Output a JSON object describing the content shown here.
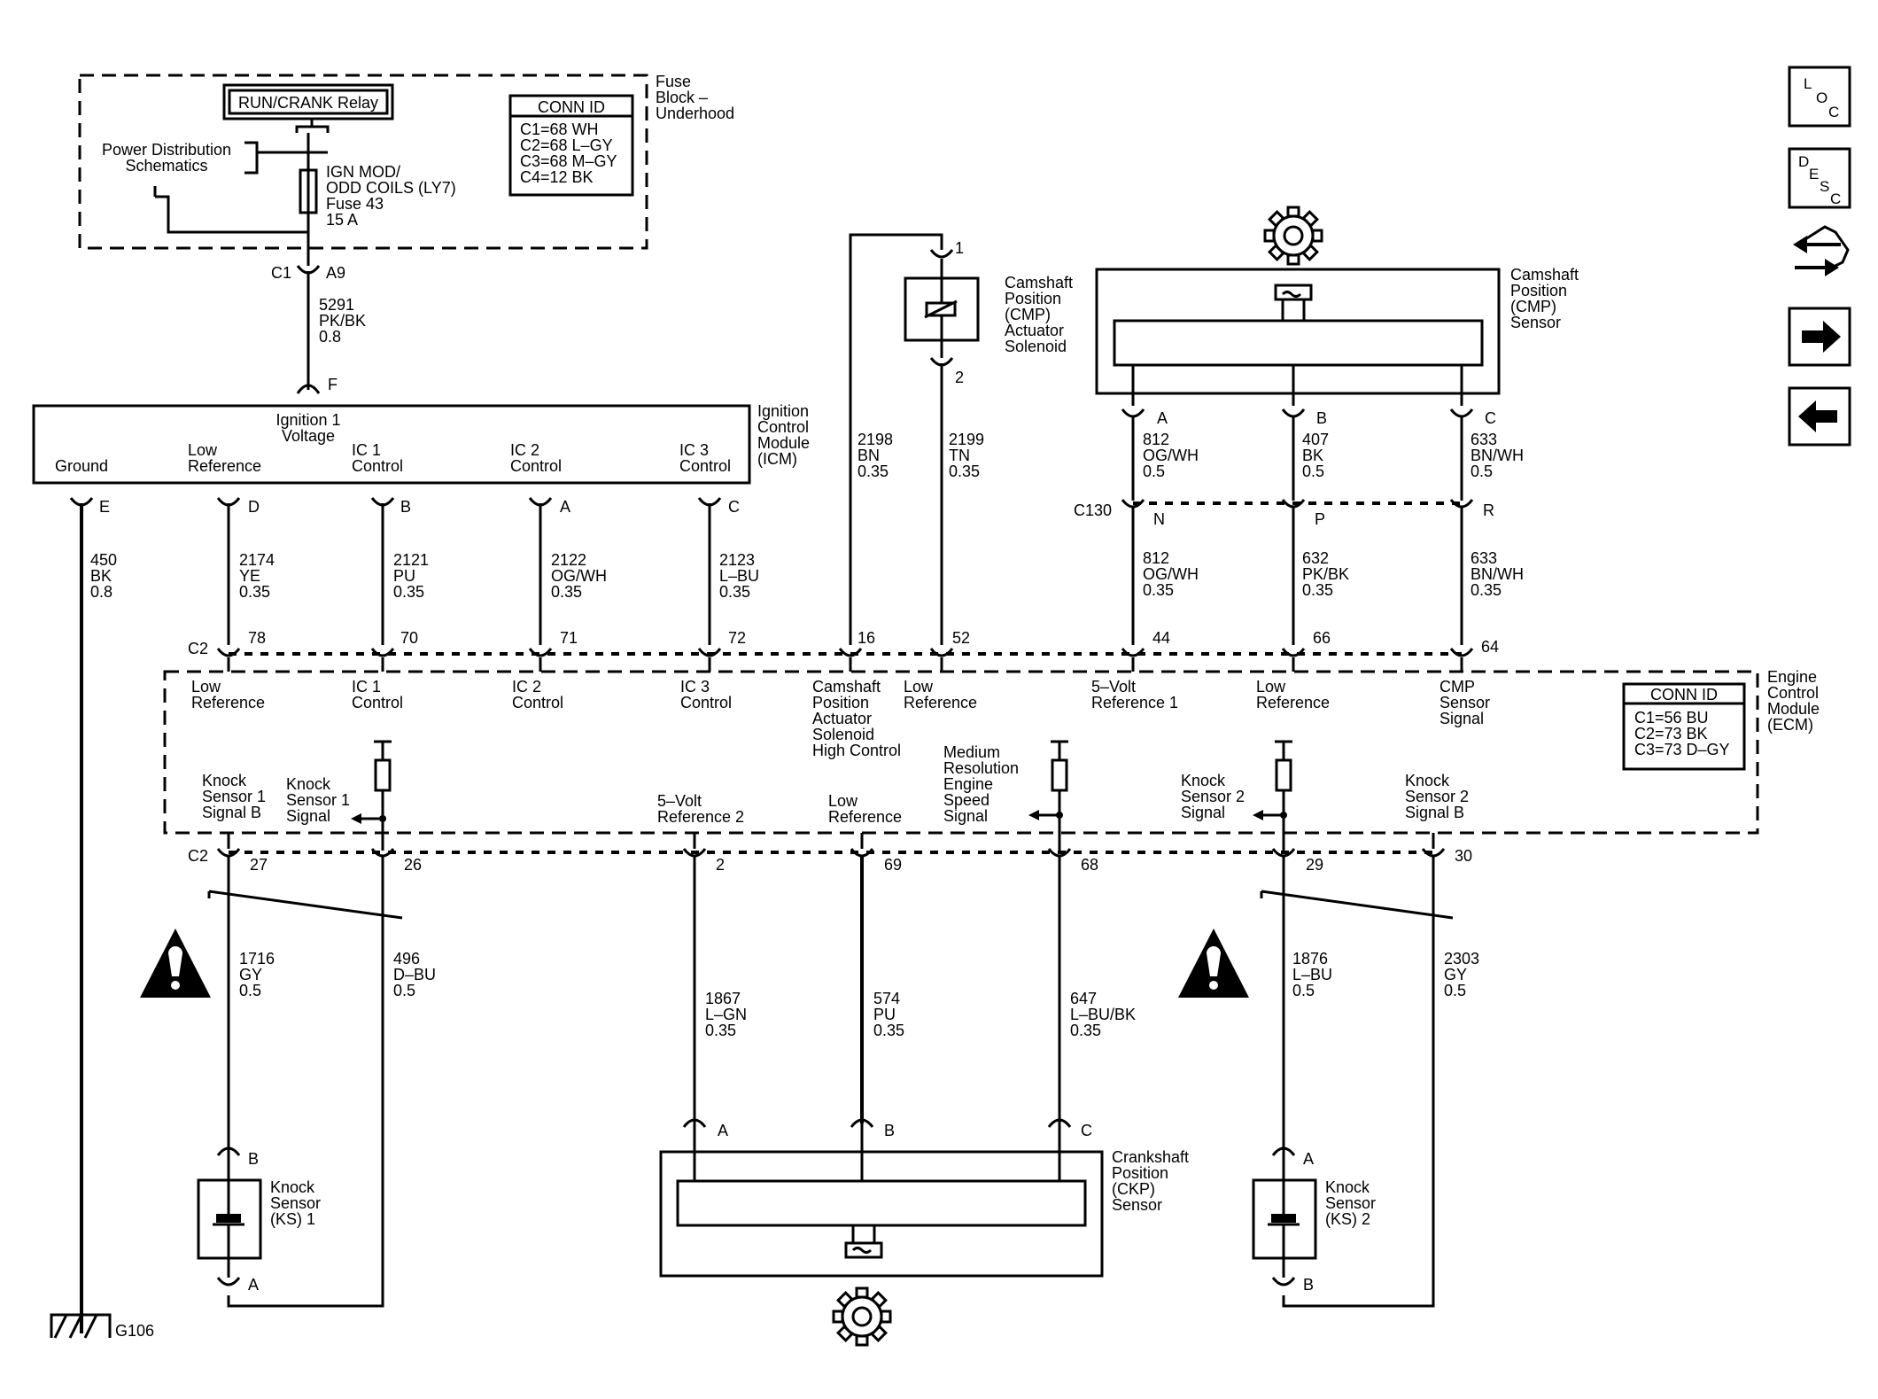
{
  "fuse_block": {
    "label": [
      "Fuse",
      "Block –",
      "Underhood"
    ],
    "relay": "RUN/CRANK Relay",
    "power_dist": [
      "Power Distribution",
      "Schematics"
    ],
    "fuse": [
      "IGN MOD/",
      "ODD COILS (LY7)",
      "Fuse 43",
      "15 A"
    ],
    "conn_id_title": "CONN ID",
    "conn_id": [
      "C1=68 WH",
      "C2=68 L–GY",
      "C3=68 M–GY",
      "C4=12 BK"
    ]
  },
  "fuse_out": {
    "connector": "C1",
    "pin": "A9",
    "wire": [
      "5291",
      "PK/BK",
      "0.8"
    ]
  },
  "icm": {
    "label": [
      "Ignition",
      "Control",
      "Module",
      "(ICM)"
    ],
    "input_pin": "F",
    "input_label": [
      "Ignition 1",
      "Voltage"
    ],
    "pins": [
      {
        "name": [
          "Ground"
        ],
        "pin": "E",
        "wire": [
          "450",
          "BK",
          "0.8"
        ]
      },
      {
        "name": [
          "Low",
          "Reference"
        ],
        "pin": "D",
        "wire": [
          "2174",
          "YE",
          "0.35"
        ]
      },
      {
        "name": [
          "IC 1",
          "Control"
        ],
        "pin": "B",
        "wire": [
          "2121",
          "PU",
          "0.35"
        ]
      },
      {
        "name": [
          "IC 2",
          "Control"
        ],
        "pin": "A",
        "wire": [
          "2122",
          "OG/WH",
          "0.35"
        ]
      },
      {
        "name": [
          "IC 3",
          "Control"
        ],
        "pin": "C",
        "wire": [
          "2123",
          "L–BU",
          "0.35"
        ]
      }
    ]
  },
  "cmp_solenoid": {
    "label": [
      "Camshaft",
      "Position",
      "(CMP)",
      "Actuator",
      "Solenoid"
    ],
    "pin_top": "1",
    "pin_bottom": "2",
    "wire_high": [
      "2198",
      "BN",
      "0.35"
    ],
    "wire_low": [
      "2199",
      "TN",
      "0.35"
    ]
  },
  "cmp_sensor": {
    "label": [
      "Camshaft",
      "Position",
      "(CMP)",
      "Sensor"
    ],
    "pins": [
      {
        "pin": "A",
        "wire": [
          "812",
          "OG/WH",
          "0.5"
        ],
        "c130_pin": "N",
        "wire2": [
          "812",
          "OG/WH",
          "0.35"
        ]
      },
      {
        "pin": "B",
        "wire": [
          "407",
          "BK",
          "0.5"
        ],
        "c130_pin": "P",
        "wire2": [
          "632",
          "PK/BK",
          "0.35"
        ]
      },
      {
        "pin": "C",
        "wire": [
          "633",
          "BN/WH",
          "0.5"
        ],
        "c130_pin": "R",
        "wire2": [
          "633",
          "BN/WH",
          "0.35"
        ]
      }
    ],
    "inline_connector": "C130"
  },
  "ecm": {
    "label": [
      "Engine",
      "Control",
      "Module",
      "(ECM)"
    ],
    "conn_id_title": "CONN ID",
    "conn_id": [
      "C1=56 BU",
      "C2=73 BK",
      "C3=73 D–GY"
    ],
    "top_connector": "C2",
    "top_pins": [
      {
        "pin": "78",
        "name": [
          "Low",
          "Reference"
        ]
      },
      {
        "pin": "70",
        "name": [
          "IC 1",
          "Control"
        ]
      },
      {
        "pin": "71",
        "name": [
          "IC 2",
          "Control"
        ]
      },
      {
        "pin": "72",
        "name": [
          "IC 3",
          "Control"
        ]
      },
      {
        "pin": "16",
        "name": [
          "Camshaft",
          "Position",
          "Actuator",
          "Solenoid",
          "High Control"
        ]
      },
      {
        "pin": "52",
        "name": [
          "Low",
          "Reference"
        ]
      },
      {
        "pin": "44",
        "name": [
          "5–Volt",
          "Reference 1"
        ]
      },
      {
        "pin": "66",
        "name": [
          "Low",
          "Reference"
        ]
      },
      {
        "pin": "64",
        "name": [
          "CMP",
          "Sensor",
          "Signal"
        ]
      }
    ],
    "bottom_connector": "C2",
    "bottom_pins": [
      {
        "pin": "27",
        "name": [
          "Knock",
          "Sensor 1",
          "Signal B"
        ]
      },
      {
        "pin": "26",
        "name": [
          "Knock",
          "Sensor 1",
          "Signal"
        ]
      },
      {
        "pin": "2",
        "name": [
          "5–Volt",
          "Reference 2"
        ]
      },
      {
        "pin": "69",
        "name": [
          "Low",
          "Reference"
        ]
      },
      {
        "pin": "68",
        "name": [
          "Medium",
          "Resolution",
          "Engine",
          "Speed",
          "Signal"
        ]
      },
      {
        "pin": "29",
        "name": [
          "Knock",
          "Sensor 2",
          "Signal"
        ]
      },
      {
        "pin": "30",
        "name": [
          "Knock",
          "Sensor 2",
          "Signal B"
        ]
      }
    ]
  },
  "bottom_wires": {
    "ks1_b": [
      "1716",
      "GY",
      "0.5"
    ],
    "ks1_a": [
      "496",
      "D–BU",
      "0.5"
    ],
    "ckp_a": [
      "1867",
      "L–GN",
      "0.35"
    ],
    "ckp_b": [
      "574",
      "PU",
      "0.35"
    ],
    "ckp_c": [
      "647",
      "L–BU/BK",
      "0.35"
    ],
    "ks2_a": [
      "1876",
      "L–BU",
      "0.5"
    ],
    "ks2_b": [
      "2303",
      "GY",
      "0.5"
    ]
  },
  "ks1": {
    "label": [
      "Knock",
      "Sensor",
      "(KS) 1"
    ],
    "pin_top": "B",
    "pin_bottom": "A"
  },
  "ks2": {
    "label": [
      "Knock",
      "Sensor",
      "(KS) 2"
    ],
    "pin_top": "A",
    "pin_bottom": "B"
  },
  "ckp": {
    "label": [
      "Crankshaft",
      "Position",
      "(CKP)",
      "Sensor"
    ],
    "pins": [
      "A",
      "B",
      "C"
    ]
  },
  "ground": {
    "label": "G106"
  },
  "nav": {
    "loc": [
      "L",
      "O",
      "C"
    ],
    "desc": [
      "D",
      "E",
      "S",
      "C"
    ]
  }
}
